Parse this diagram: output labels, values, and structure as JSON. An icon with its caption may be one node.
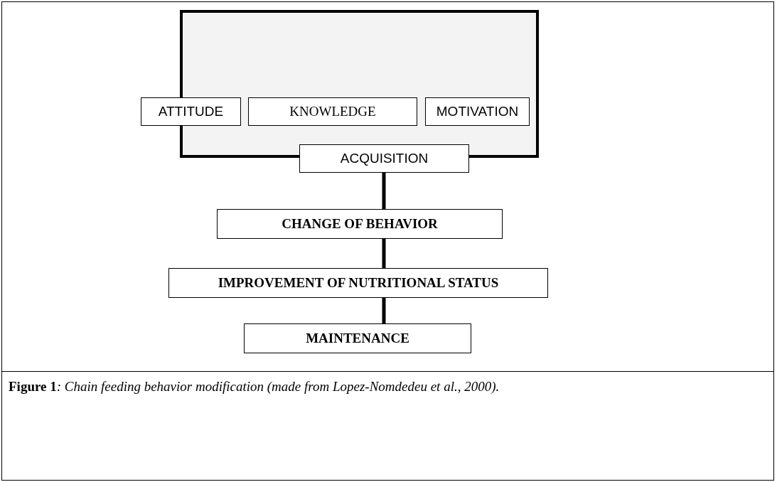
{
  "diagram": {
    "caption": "**Figure 1**: Chain feeding behavior modification (made from Lopez-Nomdedeu et al., 2000).",
    "nodes": [
      {
        "text": [],
        "shape": "box"
      },
      {
        "text": [
          "ATTITUDE"
        ]
      },
      {
        "text": [
          "KNOWLEDGE"
        ],
        "in": 0
      },
      {
        "text": [
          "MOTIVATION"
        ],
        "in": 0
      },
      {
        "text": [
          "ACQUISITION"
        ]
      },
      {
        "text": [
          "CHANGE OF BEHAVIOR"
        ]
      },
      {
        "text": [
          "IMPROVEMENT OF NUTRITIONAL STATUS"
        ]
      },
      {
        "text": [
          "MAINTENANCE"
        ]
      }
    ],
    "edges": [
      {
        "from": 4,
        "to": 5,
        "arrow": "none"
      },
      {
        "from": 5,
        "to": 6,
        "arrow": "none"
      },
      {
        "from": 6,
        "to": 7,
        "arrow": "none"
      }
    ]
  }
}
